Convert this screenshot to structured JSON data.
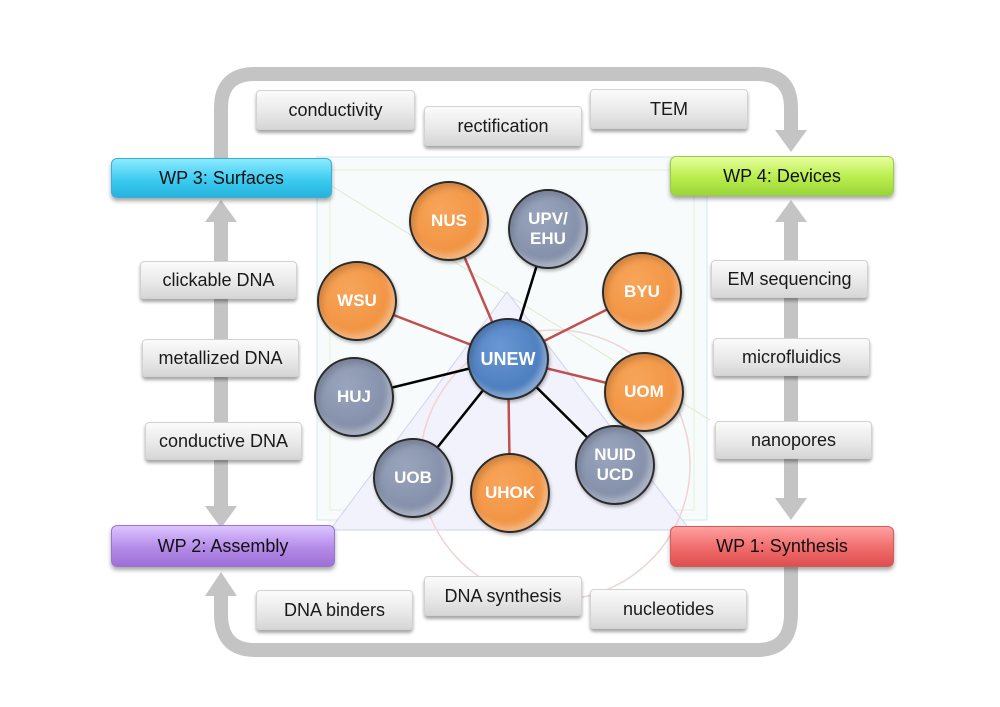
{
  "diagram": {
    "colors": {
      "arrow": "#c4c4c4",
      "partner_orange": "#f29544",
      "partner_grey": "#8591ab",
      "center_blue": "#4d7fc0",
      "link_red": "#c0504d",
      "link_black": "#000000"
    },
    "work_packages": {
      "wp3": {
        "label": "WP 3: Surfaces",
        "color": "#3ccbf0"
      },
      "wp4": {
        "label": "WP 4: Devices",
        "color": "#b8ec4b"
      },
      "wp2": {
        "label": "WP 2: Assembly",
        "color": "#b48ae8"
      },
      "wp1": {
        "label": "WP 1: Synthesis",
        "color": "#f06b6b"
      }
    },
    "top_topics": [
      "conductivity",
      "rectification",
      "TEM"
    ],
    "left_topics": [
      "clickable DNA",
      "metallized DNA",
      "conductive DNA"
    ],
    "right_topics": [
      "EM sequencing",
      "microfluidics",
      "nanopores"
    ],
    "bottom_topics": [
      "DNA binders",
      "DNA synthesis",
      "nucleotides"
    ],
    "hub": {
      "label": "UNEW",
      "color": "center_blue"
    },
    "partners": [
      {
        "label": "NUS",
        "color": "orange",
        "link": "red"
      },
      {
        "label": "UPV/\nEHU",
        "color": "grey",
        "link": "black"
      },
      {
        "label": "BYU",
        "color": "orange",
        "link": "red"
      },
      {
        "label": "UOM",
        "color": "orange",
        "link": "red"
      },
      {
        "label": "NUID\nUCD",
        "color": "grey",
        "link": "black"
      },
      {
        "label": "UHOK",
        "color": "orange",
        "link": "red"
      },
      {
        "label": "UOB",
        "color": "grey",
        "link": "black"
      },
      {
        "label": "HUJ",
        "color": "grey",
        "link": "black"
      },
      {
        "label": "WSU",
        "color": "orange",
        "link": "red"
      }
    ]
  }
}
